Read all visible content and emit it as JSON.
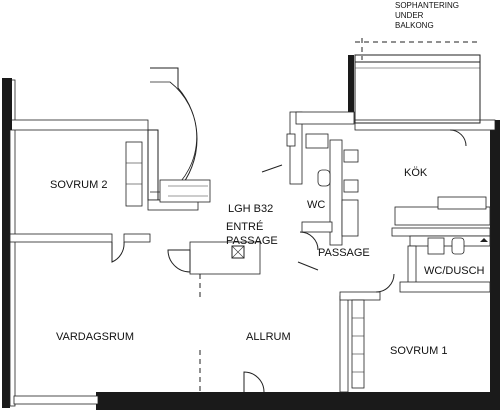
{
  "plan": {
    "annotation_balcony": [
      "SOPHANTERING",
      "UNDER",
      "BALKONG"
    ],
    "unit_label": "LGH B32",
    "rooms": {
      "sovrum2": "SOVRUM 2",
      "kok": "KÖK",
      "wc": "WC",
      "entre": "ENTRÉ",
      "passage_entry": "PASSAGE",
      "passage_center": "PASSAGE",
      "wc_dusch": "WC/DUSCH",
      "vardagsrum": "VARDAGSRUM",
      "allrum": "ALLRUM",
      "sovrum1": "SOVRUM 1"
    }
  }
}
